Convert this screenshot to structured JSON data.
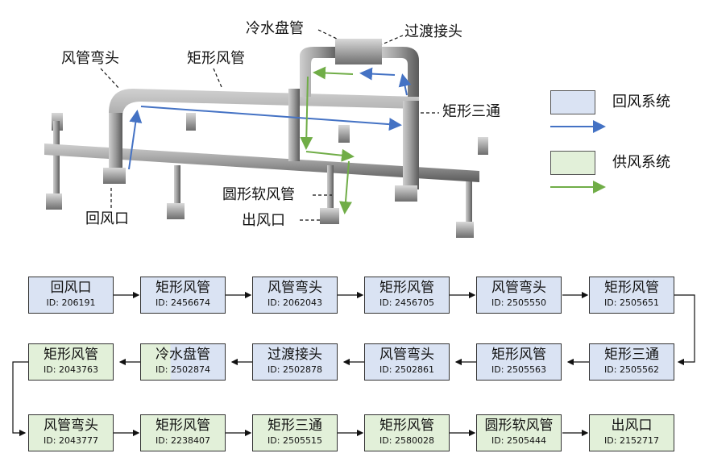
{
  "callouts": {
    "cold_coil_pipe": "冷水盘管",
    "transition_joint": "过渡接头",
    "duct_elbow": "风管弯头",
    "rect_duct": "矩形风管",
    "rect_tee": "矩形三通",
    "round_flex_duct": "圆形软风管",
    "return_inlet": "回风口",
    "supply_outlet": "出风口"
  },
  "legend": {
    "return_label": "回风系统",
    "supply_label": "供风系统",
    "return_color": "#dae3f3",
    "supply_color": "#e2f0d9",
    "return_arrow_color": "#4472c4",
    "supply_arrow_color": "#70ad47"
  },
  "flow": {
    "row1": [
      {
        "name": "回风口",
        "id": "ID: 206191",
        "system": "return"
      },
      {
        "name": "矩形风管",
        "id": "ID: 2456674",
        "system": "return"
      },
      {
        "name": "风管弯头",
        "id": "ID: 2062043",
        "system": "return"
      },
      {
        "name": "矩形风管",
        "id": "ID: 2456705",
        "system": "return"
      },
      {
        "name": "风管弯头",
        "id": "ID: 2505550",
        "system": "return"
      },
      {
        "name": "矩形风管",
        "id": "ID: 2505651",
        "system": "return"
      }
    ],
    "row2": [
      {
        "name": "矩形风管",
        "id": "ID: 2043763",
        "system": "supply"
      },
      {
        "name": "冷水盘管",
        "id": "ID: 2502874",
        "system": "mixed"
      },
      {
        "name": "过渡接头",
        "id": "ID: 2502878",
        "system": "return"
      },
      {
        "name": "风管弯头",
        "id": "ID: 2502861",
        "system": "return"
      },
      {
        "name": "矩形风管",
        "id": "ID: 2505563",
        "system": "return"
      },
      {
        "name": "矩形三通",
        "id": "ID: 2505562",
        "system": "return"
      }
    ],
    "row3": [
      {
        "name": "风管弯头",
        "id": "ID: 2043777",
        "system": "supply"
      },
      {
        "name": "矩形风管",
        "id": "ID: 2238407",
        "system": "supply"
      },
      {
        "name": "矩形三通",
        "id": "ID: 2505515",
        "system": "supply"
      },
      {
        "name": "矩形风管",
        "id": "ID: 2580028",
        "system": "supply"
      },
      {
        "name": "圆形软风管",
        "id": "ID: 2505444",
        "system": "supply"
      },
      {
        "name": "出风口",
        "id": "ID: 2152717",
        "system": "supply"
      }
    ]
  }
}
